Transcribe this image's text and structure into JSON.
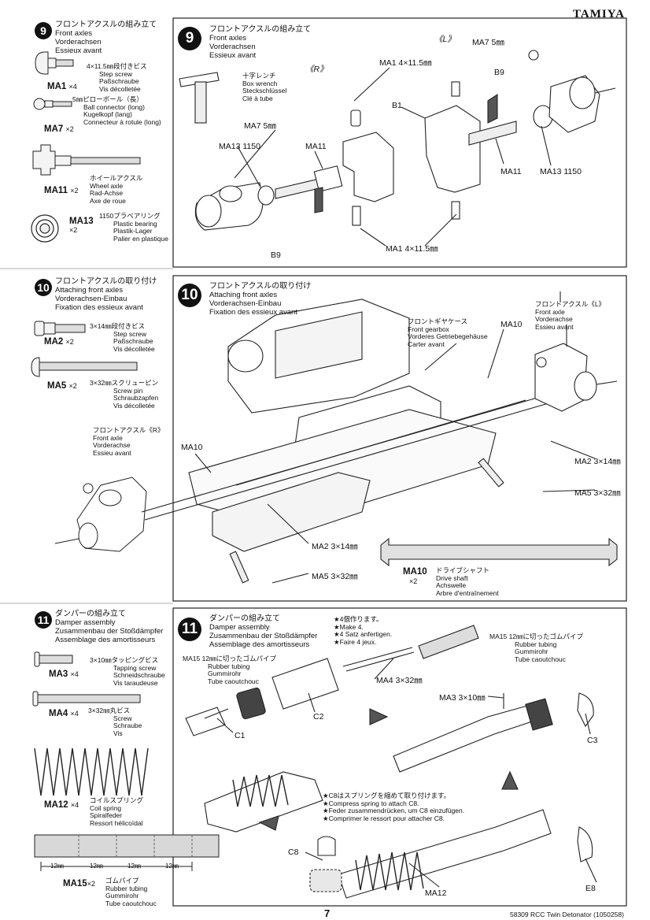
{
  "brand": "TAMIYA",
  "step9": {
    "num": "9",
    "title": [
      "フロントアクスルの組み立て",
      "Front axles",
      "Vorderachsen",
      "Essieux avant"
    ],
    "parts": [
      {
        "label": "MA1",
        "qty": "×4",
        "desc": [
          "4×11.5㎜段付きビス",
          "Step screw",
          "Paßschraube",
          "Vis décolletée"
        ]
      },
      {
        "label": "MA7",
        "qty": "×2",
        "desc": [
          "5㎜ピローボール（長）",
          "Ball connector (long)",
          "Kugelkopf (lang)",
          "Connecteur à rotule (long)"
        ]
      },
      {
        "label": "MA11",
        "qty": "×2",
        "desc": [
          "ホイールアクスル",
          "Wheel axle",
          "Rad-Achse",
          "Axe de roue"
        ]
      },
      {
        "label": "MA13",
        "qty": "×2",
        "desc": [
          "1150プラベアリング",
          "Plastic bearing",
          "Plastik-Lager",
          "Palier en plastique"
        ]
      }
    ],
    "diagram": {
      "wrench": [
        "十字レンチ",
        "Box wrench",
        "Steckschlüssel",
        "Clé à tube"
      ],
      "R": "《R》",
      "L": "《L》",
      "callouts": [
        "MA7 5㎜",
        "MA13 1150",
        "MA11",
        "MA1 4×11.5㎜",
        "B1",
        "MA1 4×11.5㎜",
        "B9",
        "MA7 5㎜",
        "B9",
        "MA11",
        "MA13 1150"
      ]
    }
  },
  "step10": {
    "num": "10",
    "title": [
      "フロントアクスルの取り付け",
      "Attaching front axles",
      "Vorderachsen-Einbau",
      "Fixation des essieux avant"
    ],
    "parts": [
      {
        "label": "MA2",
        "qty": "×2",
        "desc": [
          "3×14㎜段付きビス",
          "Step screw",
          "Paßschraube",
          "Vis décolletée"
        ]
      },
      {
        "label": "MA5",
        "qty": "×2",
        "desc": [
          "3×32㎜スクリューピン",
          "Screw pin",
          "Schraubzapfen",
          "Vis décolletée"
        ]
      }
    ],
    "axleR": [
      "フロントアクスル《R》",
      "Front axle",
      "Vorderachse",
      "Essieu avant"
    ],
    "diagram": {
      "gearbox": [
        "フロントギヤケース",
        "Front gearbox",
        "Vorderes Getriebegehäuse",
        "Carter avant"
      ],
      "axleL": [
        "フロントアクスル《L》",
        "Front axle",
        "Vorderachse",
        "Essieu avant"
      ],
      "callouts": [
        "MA10",
        "MA10",
        "MA2 3×14㎜",
        "MA5 3×32㎜",
        "MA2 3×14㎜",
        "MA5 3×32㎜"
      ],
      "shaft": {
        "label": "MA10",
        "qty": "×2",
        "desc": [
          "ドライブシャフト",
          "Drive shaft",
          "Achswelle",
          "Arbre d'entraînement"
        ]
      }
    }
  },
  "step11": {
    "num": "11",
    "title": [
      "ダンパーの組み立て",
      "Damper assembly",
      "Zusammenbau der Stoßdämpfer",
      "Assemblage des amortisseurs"
    ],
    "parts": [
      {
        "label": "MA3",
        "qty": "×4",
        "desc": [
          "3×10㎜タッピングビス",
          "Tapping screw",
          "Schneidschraube",
          "Vis taraudeuse"
        ]
      },
      {
        "label": "MA4",
        "qty": "×4",
        "desc": [
          "3×32㎜丸ビス",
          "Screw",
          "Schraube",
          "Vis"
        ]
      },
      {
        "label": "MA12",
        "qty": "×4",
        "desc": [
          "コイルスプリング",
          "Coil spring",
          "Spiralfeder",
          "Ressort hélicoïdal"
        ]
      },
      {
        "label": "MA15",
        "qty": "×2",
        "desc": [
          "ゴムパイプ",
          "Rubber tubing",
          "Gummirohr",
          "Tube caoutchouc"
        ]
      }
    ],
    "cut": [
      "12㎜",
      "12㎜",
      "12㎜",
      "12㎜"
    ],
    "diagram": {
      "make4": [
        "★4個作ります。",
        "★Make 4.",
        "★4 Satz anfertigen.",
        "★Faire 4 jeux."
      ],
      "ma15a": [
        "MA15 12㎜に切ったゴムパイプ",
        "Rubber tubing",
        "Gummirohr",
        "Tube caoutchouc"
      ],
      "ma15b": [
        "MA15 12㎜に切ったゴムパイプ",
        "Rubber tubing",
        "Gummirohr",
        "Tube caoutchouc"
      ],
      "c8note": [
        "★C8はスプリングを縮めて取り付けます。",
        "★Compress spring to attach C8.",
        "★Feder zusammendrücken, um C8 einzufügen.",
        "★Comprimer le ressort pour attacher C8."
      ],
      "callouts": [
        "C2",
        "C1",
        "MA4 3×32㎜",
        "MA3 3×10㎜",
        "C3",
        "C8",
        "MA12",
        "E8"
      ]
    }
  },
  "footer": {
    "page": "7",
    "code": "58309 RCC Twin Detonator (1050258)"
  }
}
